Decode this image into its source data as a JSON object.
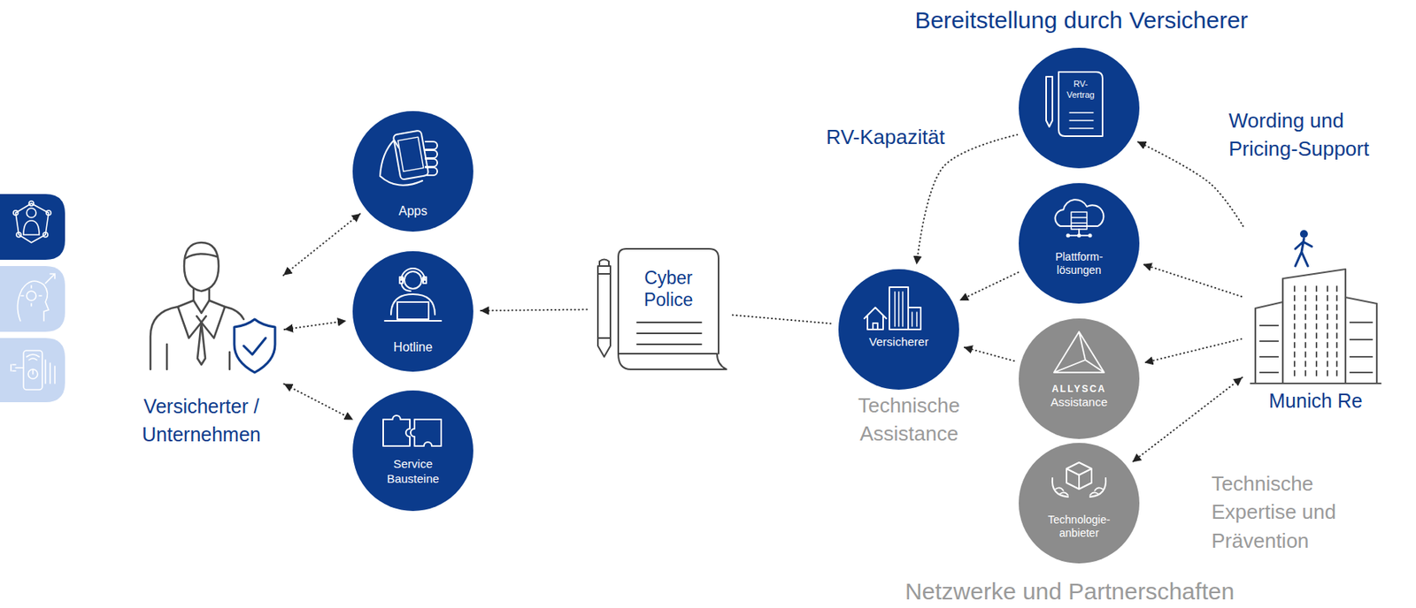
{
  "diagram": {
    "nodes": [
      {
        "text": [
          "Versicherter / Unternehmen"
        ]
      },
      {
        "text": [
          "Apps"
        ]
      },
      {
        "text": [
          "Hotline"
        ]
      },
      {
        "text": [
          "Service Bausteine"
        ]
      },
      {
        "text": [
          "Cyber Police"
        ]
      },
      {
        "text": [
          "RV- Vertrag"
        ]
      },
      {
        "text": [
          "Versicherer"
        ]
      },
      {
        "text": [
          "Plattform- lösungen"
        ]
      },
      {
        "text": [
          "ALLYSCA",
          "Assistance"
        ]
      },
      {
        "text": [
          "Technologie- anbieter"
        ]
      },
      {
        "text": [
          "Munich Re"
        ]
      }
    ],
    "edges": [
      {
        "from": 0,
        "to": 1,
        "arrow": "both"
      },
      {
        "from": 0,
        "to": 2,
        "arrow": "both"
      },
      {
        "from": 0,
        "to": 3,
        "arrow": "both"
      },
      {
        "from": 4,
        "to": 2,
        "arrow": "to"
      },
      {
        "from": 4,
        "to": 6,
        "arrow": "none"
      },
      {
        "from": 5,
        "to": 6,
        "arrow": "to"
      },
      {
        "from": 7,
        "to": 6,
        "arrow": "to"
      },
      {
        "from": 8,
        "to": 6,
        "arrow": "to"
      },
      {
        "from": 10,
        "to": 5,
        "arrow": "to"
      },
      {
        "from": 10,
        "to": 7,
        "arrow": "to"
      },
      {
        "from": 10,
        "to": 8,
        "arrow": "to"
      },
      {
        "from": 10,
        "to": 9,
        "arrow": "both"
      }
    ],
    "labels": [
      "Bereitstellung durch Versicherer",
      "RV-Kapazität",
      "Wording und Pricing-Support",
      "Technische Assistance",
      "Technische Expertise und Prävention",
      "Netzwerke und Partnerschaften"
    ]
  }
}
